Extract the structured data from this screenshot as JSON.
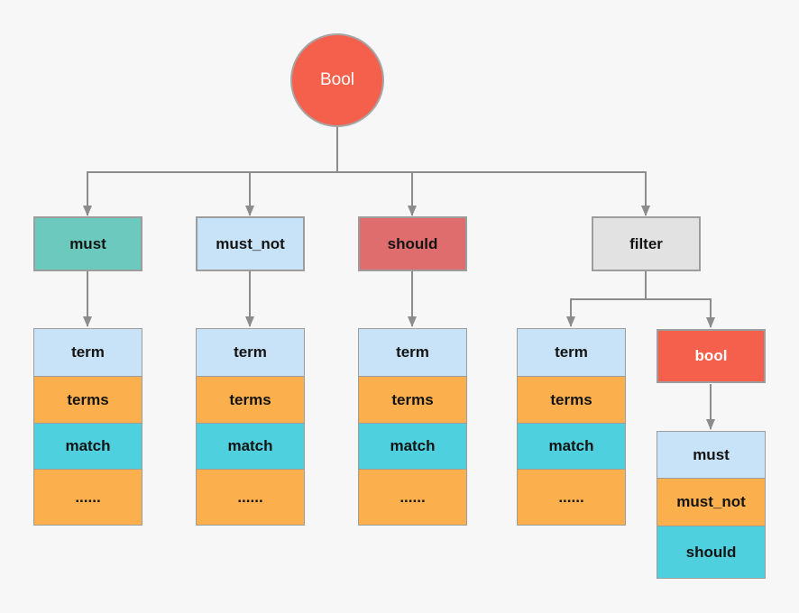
{
  "colors": {
    "background": "#F7F7F8",
    "root_red": "#F4604C",
    "teal": "#6CC9BE",
    "light_blue": "#C8E2F7",
    "muted_red": "#DF6D6D",
    "gray_box": "#E2E2E2",
    "orange": "#FBB04D",
    "cyan": "#4ED0DF",
    "connector_gray": "#8C8C8C",
    "text_dark": "#141414"
  },
  "root": {
    "label": "Bool"
  },
  "clauses": [
    {
      "label": "must"
    },
    {
      "label": "must_not"
    },
    {
      "label": "should"
    },
    {
      "label": "filter"
    }
  ],
  "query_cells": [
    {
      "label": "term"
    },
    {
      "label": "terms"
    },
    {
      "label": "match"
    },
    {
      "label": "......"
    }
  ],
  "nested_bool": {
    "label": "bool"
  },
  "nested_cells": [
    {
      "label": "must"
    },
    {
      "label": "must_not"
    },
    {
      "label": "should"
    }
  ]
}
